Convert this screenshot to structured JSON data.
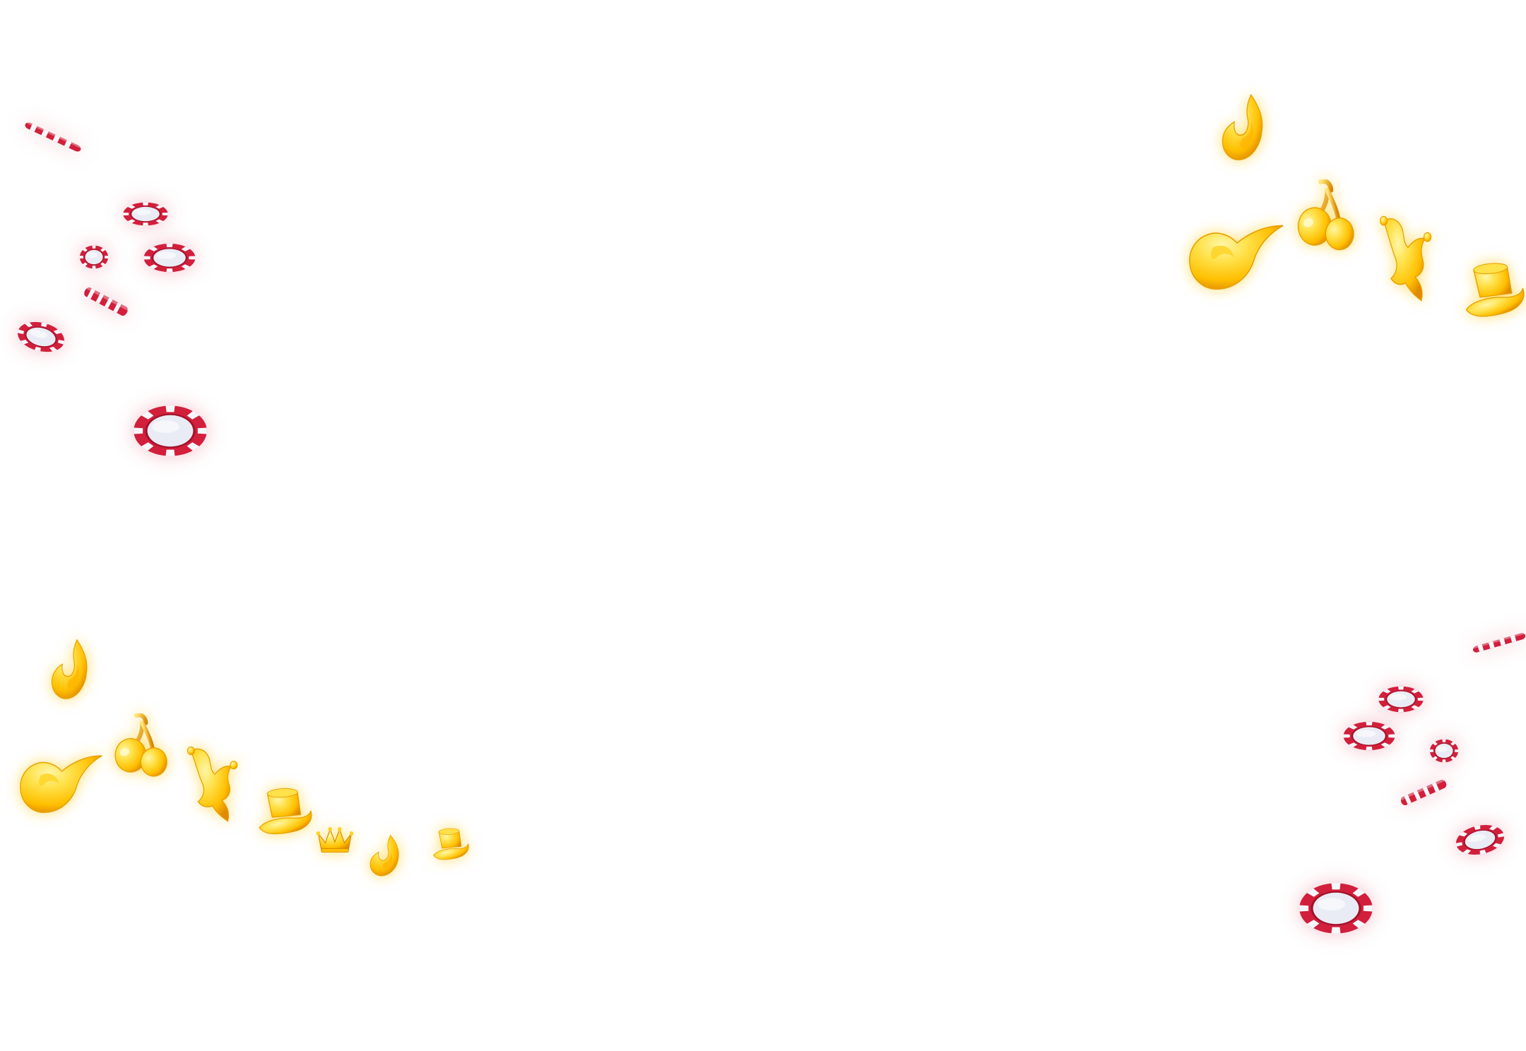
{
  "scene": {
    "name": "casino-decoration-overlay",
    "background_color": "#ffffff",
    "visible_text": []
  },
  "colors": {
    "chip_red": "#d21f3c",
    "chip_dark_red": "#a3122a",
    "chip_white": "#f6f7fb",
    "chip_center": "#e9ecf4",
    "gold_light": "#fff06a",
    "gold_mid": "#ffc400",
    "gold_dark": "#e08a00"
  },
  "clusters": {
    "top_left": {
      "kind": "poker-chips",
      "count": 7
    },
    "top_right": {
      "kind": "gold-symbols",
      "count": 5,
      "symbols": [
        "flame-icon",
        "flame-icon",
        "cherries-icon",
        "jester-hat-icon",
        "top-hat-icon"
      ]
    },
    "bottom_left": {
      "kind": "gold-symbols",
      "count": 8,
      "symbols": [
        "flame-icon",
        "flame-icon",
        "cherries-icon",
        "jester-hat-icon",
        "top-hat-icon",
        "crown-icon",
        "flame-icon",
        "top-hat-icon"
      ]
    },
    "bottom_right": {
      "kind": "poker-chips",
      "count": 7
    }
  }
}
